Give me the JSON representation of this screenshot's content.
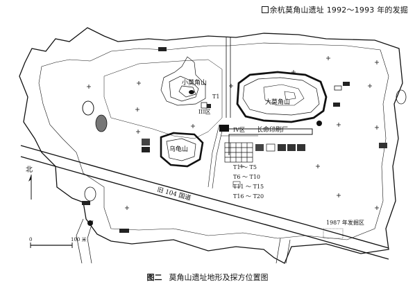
{
  "header": {
    "title": "余杭莫角山遗址 1992～1993 年的发掘"
  },
  "map": {
    "labels": {
      "xiaomojiao": "小莫角山",
      "damojiao": "大莫角山",
      "wuguishan": "乌龟山",
      "area_iii": "III区",
      "area_iv": "IV区",
      "changming": "长命印刷厂",
      "road": "旧 104 国道",
      "excav_1987": "1987 年发掘区",
      "t1": "T1"
    },
    "trenches": [
      "T1 ～ T5",
      "T6 ～ T10",
      "T11 ～ T15",
      "T16 ～ T20"
    ],
    "north": "北",
    "scale": {
      "start": "0",
      "end": "100 米"
    }
  },
  "caption": {
    "fig": "图二",
    "text": "莫角山遗址地形及探方位置图"
  }
}
